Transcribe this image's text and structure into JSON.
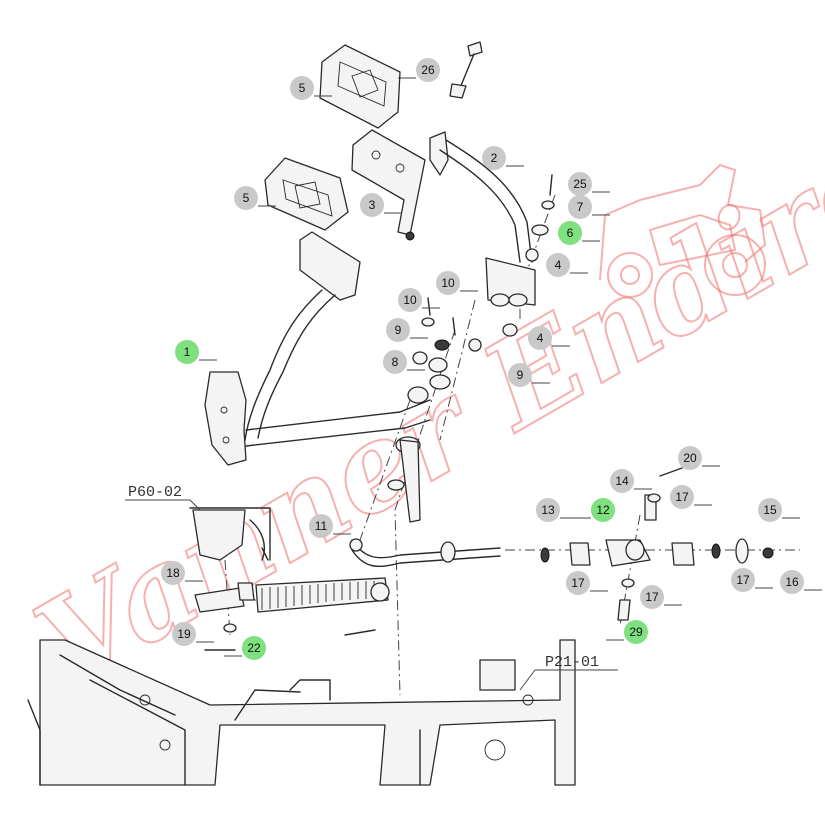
{
  "diagram": {
    "references": {
      "p60": "P60-02",
      "p21": "P21-01"
    },
    "watermark": "Vanner Endirect",
    "highlight_color": "#7ee07e",
    "bubble_color": "#c9c9c9",
    "callouts": [
      {
        "id": "c26",
        "label": "26",
        "highlight": false
      },
      {
        "id": "c5a",
        "label": "5",
        "highlight": false
      },
      {
        "id": "c2",
        "label": "2",
        "highlight": false
      },
      {
        "id": "c25",
        "label": "25",
        "highlight": false
      },
      {
        "id": "c7",
        "label": "7",
        "highlight": false
      },
      {
        "id": "c5b",
        "label": "5",
        "highlight": false
      },
      {
        "id": "c3",
        "label": "3",
        "highlight": false
      },
      {
        "id": "c6",
        "label": "6",
        "highlight": true
      },
      {
        "id": "c4a",
        "label": "4",
        "highlight": false
      },
      {
        "id": "c10a",
        "label": "10",
        "highlight": false
      },
      {
        "id": "c10b",
        "label": "10",
        "highlight": false
      },
      {
        "id": "c9a",
        "label": "9",
        "highlight": false
      },
      {
        "id": "c4b",
        "label": "4",
        "highlight": false
      },
      {
        "id": "c1",
        "label": "1",
        "highlight": true
      },
      {
        "id": "c8",
        "label": "8",
        "highlight": false
      },
      {
        "id": "c9b",
        "label": "9",
        "highlight": false
      },
      {
        "id": "c20",
        "label": "20",
        "highlight": false
      },
      {
        "id": "c14",
        "label": "14",
        "highlight": false
      },
      {
        "id": "c17a",
        "label": "17",
        "highlight": false
      },
      {
        "id": "c13",
        "label": "13",
        "highlight": false
      },
      {
        "id": "c12",
        "label": "12",
        "highlight": true
      },
      {
        "id": "c15",
        "label": "15",
        "highlight": false
      },
      {
        "id": "c11",
        "label": "11",
        "highlight": false
      },
      {
        "id": "c18",
        "label": "18",
        "highlight": false
      },
      {
        "id": "c17b",
        "label": "17",
        "highlight": false
      },
      {
        "id": "c17c",
        "label": "17",
        "highlight": false
      },
      {
        "id": "c17d",
        "label": "17",
        "highlight": false
      },
      {
        "id": "c16",
        "label": "16",
        "highlight": false
      },
      {
        "id": "c19",
        "label": "19",
        "highlight": false
      },
      {
        "id": "c22",
        "label": "22",
        "highlight": true
      },
      {
        "id": "c29",
        "label": "29",
        "highlight": true
      }
    ]
  }
}
